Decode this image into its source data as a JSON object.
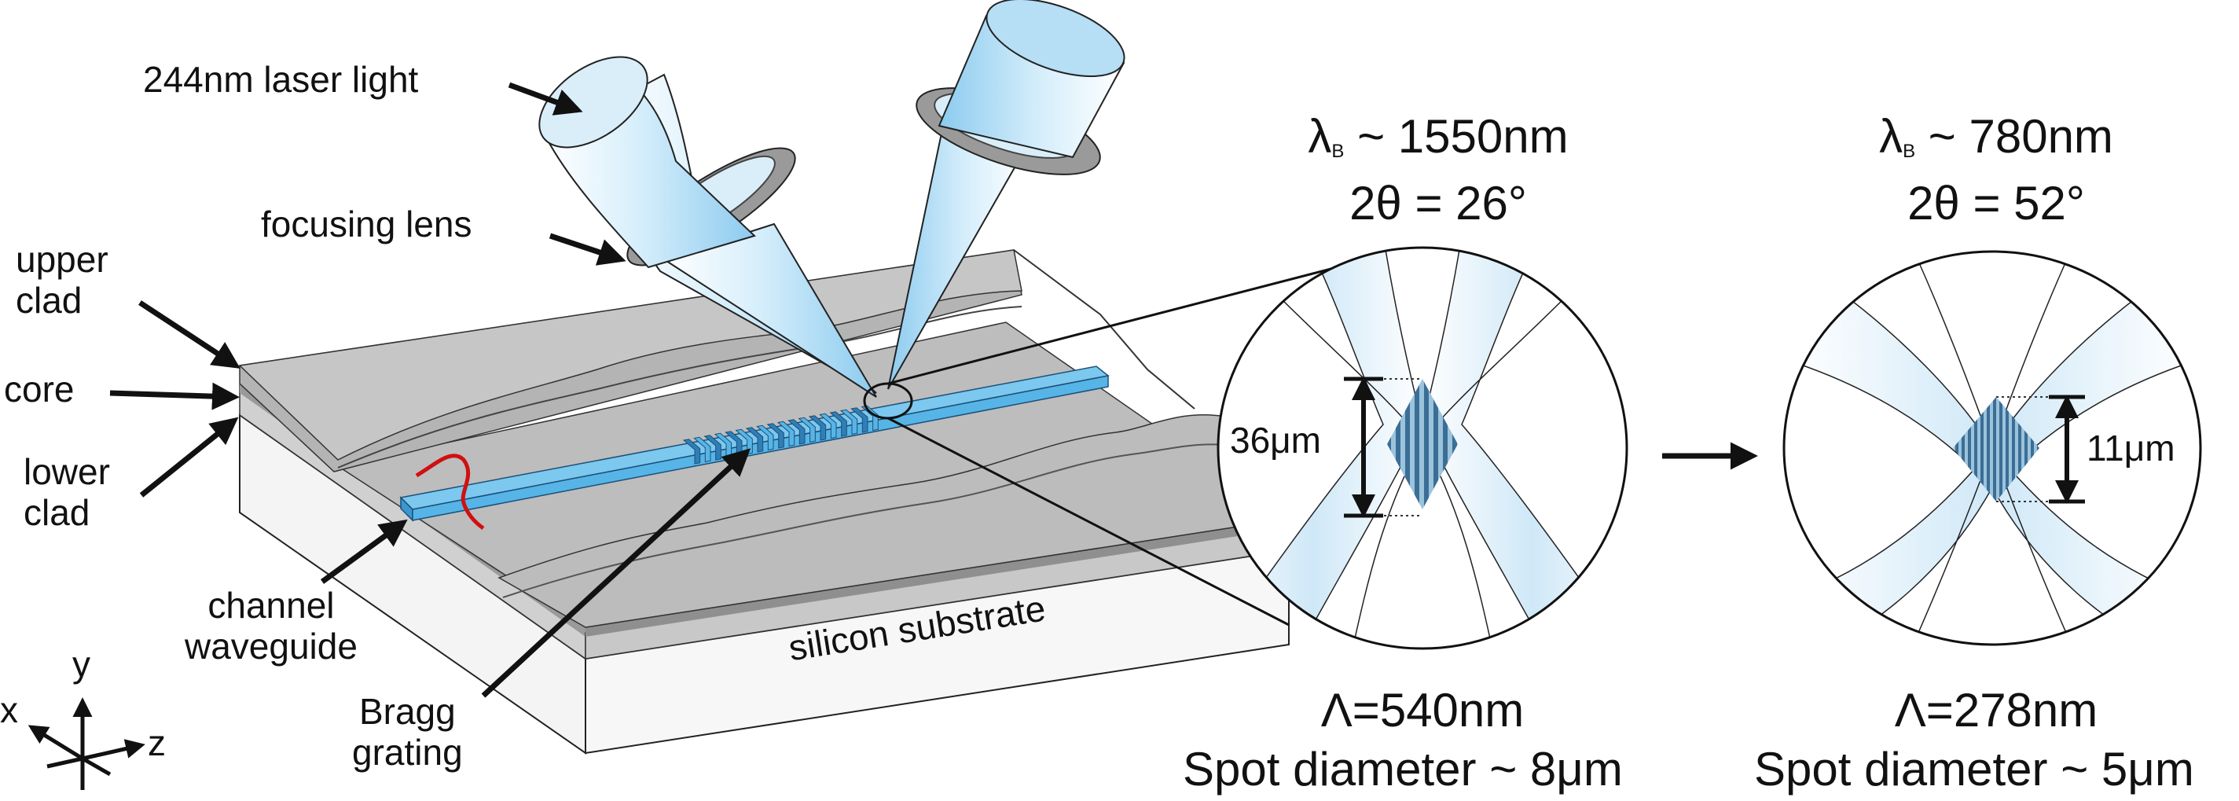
{
  "labels": {
    "laser": "244nm laser light",
    "lens": "focusing lens",
    "upper_clad": [
      "upper",
      "clad"
    ],
    "core": "core",
    "lower_clad": [
      "lower",
      "clad"
    ],
    "channel_waveguide": [
      "channel",
      "waveguide"
    ],
    "bragg_grating": [
      "Bragg",
      "grating"
    ],
    "substrate": "silicon substrate"
  },
  "axes": {
    "x": "x",
    "y": "y",
    "z": "z"
  },
  "panel_1550": {
    "lambda_symbol": "λ",
    "lambda_sub": "B",
    "lambda_value": "~ 1550nm",
    "angle": "2θ = 26°",
    "dimension": "36μm",
    "period": "Λ=540nm",
    "spot": "Spot diameter ~ 8μm"
  },
  "panel_780": {
    "lambda_symbol": "λ",
    "lambda_sub": "B",
    "lambda_value": "~ 780nm",
    "angle": "2θ = 52°",
    "dimension": "11μm",
    "period": "Λ=278nm",
    "spot": "Spot diameter ~ 5μm"
  },
  "colors": {
    "beam": "#a9d8f2",
    "waveguide": "#56b5e6",
    "grating_dark": "#2f7fb6",
    "clad_top": "#bdbdbd",
    "substrate_side": "#f0f0f0",
    "fringe": "#3b6e96",
    "wave": "#d01010"
  }
}
